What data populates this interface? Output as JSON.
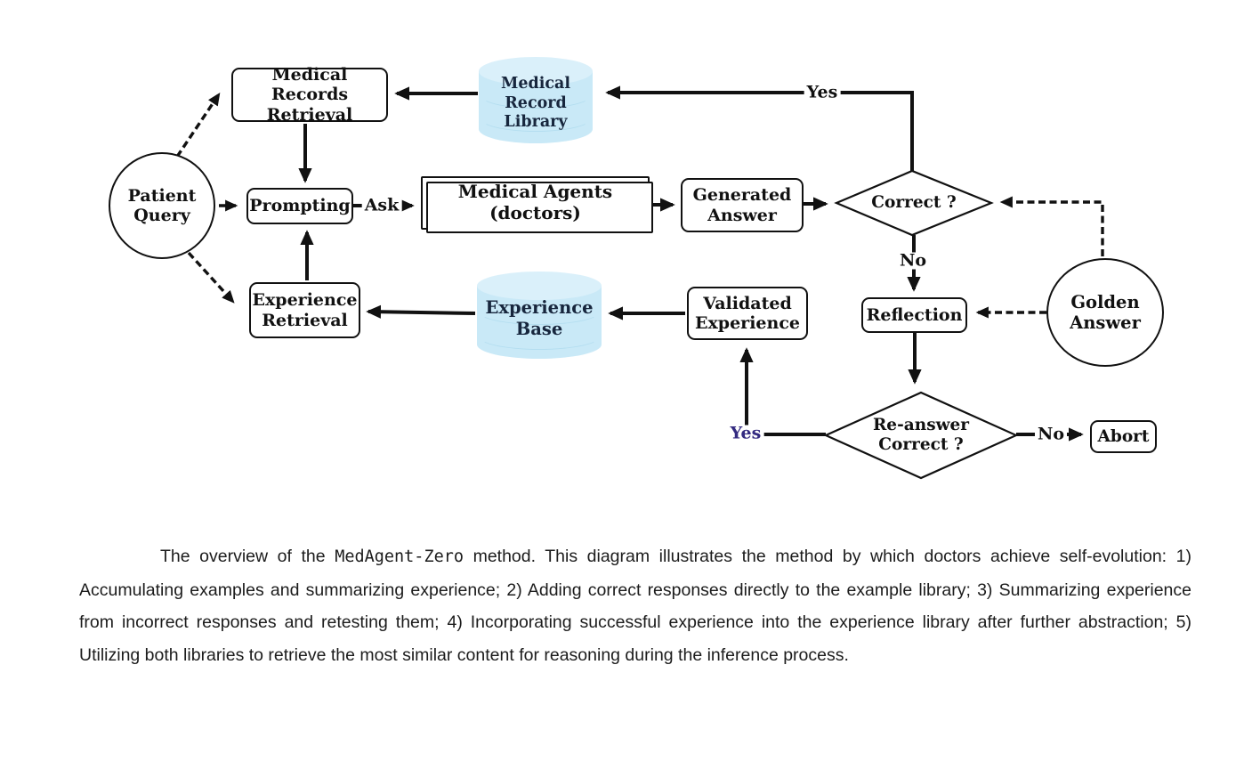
{
  "diagram": {
    "nodes": {
      "patient_query": {
        "label": "Patient Query"
      },
      "medical_records_retrieval": {
        "label": "Medical Records Retrieval"
      },
      "prompting": {
        "label": "Prompting"
      },
      "experience_retrieval": {
        "label": "Experience Retrieval"
      },
      "medical_record_library": {
        "label": "Medical Record Library"
      },
      "medical_agents": {
        "line1": "Medical Agents",
        "line2": "(doctors)"
      },
      "generated_answer": {
        "label": "Generated Answer"
      },
      "correct_decision": {
        "label": "Correct ?"
      },
      "golden_answer": {
        "label": "Golden Answer"
      },
      "reflection": {
        "label": "Reflection"
      },
      "reanswer_decision": {
        "line1": "Re-answer",
        "line2": "Correct ?"
      },
      "abort": {
        "label": "Abort"
      },
      "validated_experience": {
        "label": "Validated Experience"
      },
      "experience_base": {
        "label": "Experience Base"
      }
    },
    "edge_labels": {
      "yes_correct": "Yes",
      "no_correct": "No",
      "ask": "Ask",
      "yes_reanswer": "Yes",
      "no_reanswer": "No"
    },
    "colors": {
      "cylinder_fill": "#c9e9f7",
      "cylinder_top": "#daf0fa",
      "cylinder_text": "#17263d",
      "line_color": "#111111",
      "yes_reanswer_highlight": "#332a80"
    }
  },
  "caption": {
    "intro": "The overview of the ",
    "method_name": "MedAgent-Zero",
    "body": " method. This diagram illustrates the method by which doctors achieve self-evolution: 1) Accumulating examples and summarizing experience; 2) Adding correct responses directly to the example library; 3) Summarizing experience from incorrect responses and retesting them; 4) Incorporating successful experience into the experience library after further abstraction; 5) Utilizing both libraries to retrieve the most similar content for reasoning during the inference process."
  }
}
